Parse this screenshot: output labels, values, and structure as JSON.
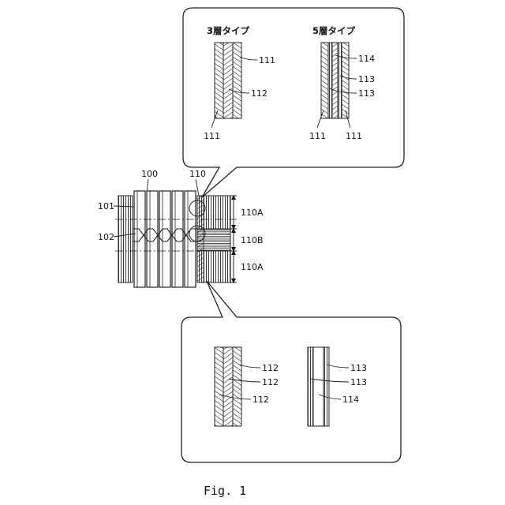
{
  "top_callout": {
    "three_layer": {
      "title": "3層タイプ",
      "labels": {
        "outer_top": "111",
        "middle": "112",
        "outer_bottom": "111"
      }
    },
    "five_layer": {
      "title": "5層タイプ",
      "labels": {
        "a": "114",
        "b": "113",
        "c": "113",
        "bottom_left": "111",
        "bottom_right": "111"
      }
    }
  },
  "main_structure": {
    "labels": {
      "pipe": "100",
      "sleeve": "110",
      "left_upper": "101",
      "left_lower": "102",
      "zone_top": "110A",
      "zone_mid": "110B",
      "zone_bottom": "110A"
    }
  },
  "bottom_callout": {
    "left_stack": {
      "labels": [
        "112",
        "112",
        "112"
      ]
    },
    "right_stack": {
      "labels": [
        "113",
        "113",
        "114"
      ]
    }
  },
  "caption": "Fig. 1"
}
